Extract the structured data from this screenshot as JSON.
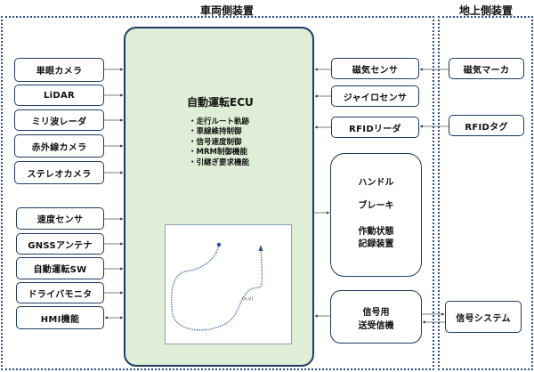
{
  "regions": {
    "vehicle": {
      "title": "車両側装置"
    },
    "ground": {
      "title": "地上側装置"
    }
  },
  "left_inputs": [
    {
      "label": "単眼カメラ"
    },
    {
      "label": "LiDAR"
    },
    {
      "label": "ミリ波レーダ"
    },
    {
      "label": "赤外線カメラ"
    },
    {
      "label": "ステレオカメラ"
    },
    {
      "label": "速度センサ"
    },
    {
      "label": "GNSSアンテナ"
    },
    {
      "label": "自動運転SW"
    },
    {
      "label": "ドライバモニタ"
    },
    {
      "label": "HMI機能"
    }
  ],
  "ecu": {
    "title": "自動運転ECU",
    "functions": [
      "・走行ルート軌跡",
      "・車線維持制御",
      "・信号速度制御",
      "・MRM制御機能",
      "・引継ぎ要求機能"
    ],
    "path_label": "(x,y)"
  },
  "right_sensors": [
    {
      "label": "磁気センサ"
    },
    {
      "label": "ジャイロセンサ"
    },
    {
      "label": "RFIDリーダ"
    }
  ],
  "actuators": {
    "lines": [
      "ハンドル",
      "ブレーキ",
      "作動状態",
      "記録装置"
    ]
  },
  "transceiver": {
    "lines": [
      "信号用",
      "送受信機"
    ]
  },
  "ground_devices": [
    {
      "label": "磁気マーカ"
    },
    {
      "label": "RFIDタグ"
    },
    {
      "label": "信号システム"
    }
  ],
  "colors": {
    "border": "#1f3b63",
    "ecu_fill": "#dfeed6",
    "dotted_region": "#2f4f8a",
    "path": "#4a6fb0"
  }
}
